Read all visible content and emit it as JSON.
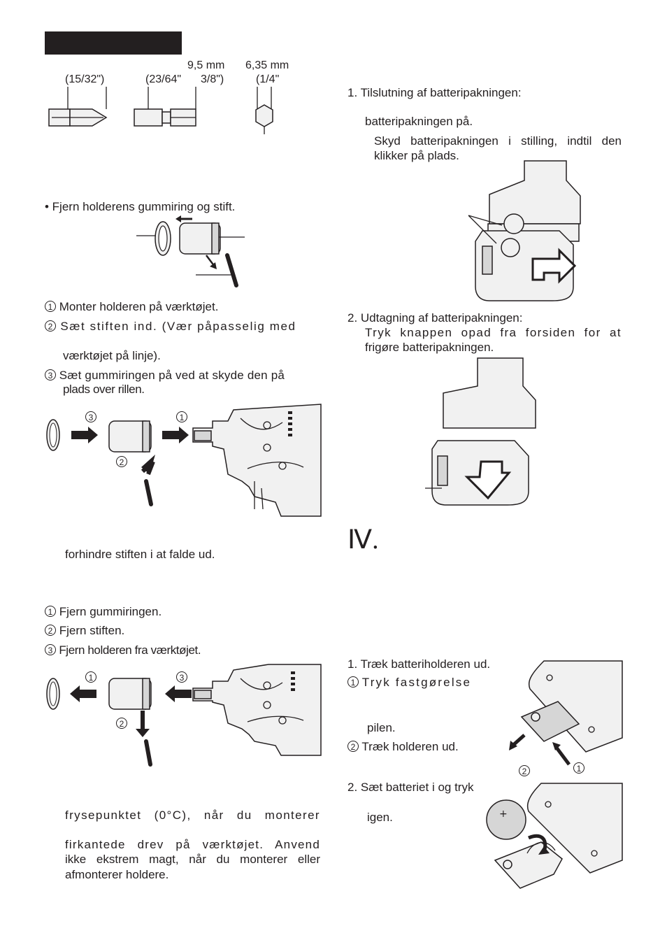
{
  "left": {
    "sizes": {
      "s1": "9,5 mm",
      "s2": "6,35 mm",
      "f1": "(15/32\")",
      "f2": "(23/64\"",
      "f3": "3/8\")",
      "f4": "(1/4\""
    },
    "remove_pin_note": "• Fjern holderens gummiring og stift.",
    "mount_steps": [
      {
        "num": "1",
        "text": "Monter holderen på værktøjet."
      },
      {
        "num": "2",
        "text": "Sæt stiften ind. (Vær påpasselig med"
      },
      {
        "num": "",
        "text": "værktøjet på linje)."
      },
      {
        "num": "3",
        "text": "Sæt gummiringen på ved at skyde den på"
      },
      {
        "num": "",
        "text": "plads over rillen."
      }
    ],
    "fall_note": "forhindre stiften i at falde ud.",
    "remove_steps": [
      {
        "num": "1",
        "text": "Fjern gummiringen."
      },
      {
        "num": "2",
        "text": "Fjern stiften."
      },
      {
        "num": "3",
        "text": "Fjern holderen fra værktøjet."
      }
    ],
    "freeze_note": {
      "line1": "frysepunktet (0°C), når du monterer",
      "line2": "firkantede drev på værktøjet. Anvend",
      "line3": "ikke ekstrem magt, når du monterer eller",
      "line4": "afmonterer holdere."
    }
  },
  "right": {
    "attach": {
      "heading": "1.  Tilslutning af batteripakningen:",
      "line1": "batteripakningen på.",
      "line2": "Skyd batteripakningen i stilling, indtil den",
      "line3": "klikker på plads."
    },
    "detach": {
      "heading": "2.  Udtagning af batteripakningen:",
      "line1": "Tryk knappen opad fra forsiden for at",
      "line2": "frigøre batteripakningen."
    },
    "section": "Ⅳ.",
    "battery_steps": {
      "s1": "1.  Træk batteriholderen ud.",
      "s1a": "Tryk fastgørelse",
      "s1a_num": "1",
      "s1b": "pilen.",
      "s1c": "Træk holderen ud.",
      "s1c_num": "2",
      "s2": "2.  Sæt batteriet i og tryk",
      "s2b": "igen."
    },
    "callouts": {
      "c1": "1",
      "c2": "2",
      "c3": "3"
    }
  }
}
